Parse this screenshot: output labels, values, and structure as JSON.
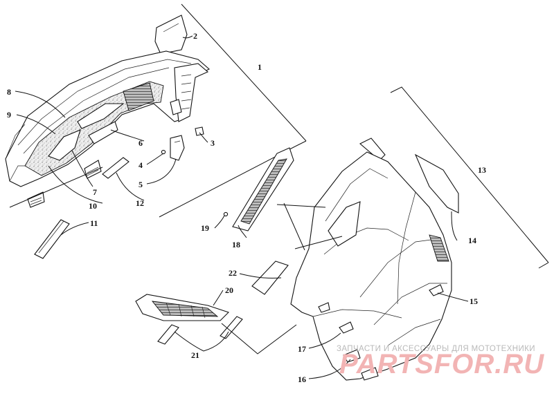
{
  "callouts": [
    {
      "id": "c1",
      "label": "1"
    },
    {
      "id": "c2",
      "label": "2"
    },
    {
      "id": "c3",
      "label": "3"
    },
    {
      "id": "c4",
      "label": "4"
    },
    {
      "id": "c5",
      "label": "5"
    },
    {
      "id": "c6",
      "label": "6"
    },
    {
      "id": "c7",
      "label": "7"
    },
    {
      "id": "c8",
      "label": "8"
    },
    {
      "id": "c9",
      "label": "9"
    },
    {
      "id": "c10",
      "label": "10"
    },
    {
      "id": "c11",
      "label": "11"
    },
    {
      "id": "c12",
      "label": "12"
    },
    {
      "id": "c13",
      "label": "13"
    },
    {
      "id": "c14",
      "label": "14"
    },
    {
      "id": "c15",
      "label": "15"
    },
    {
      "id": "c16",
      "label": "16"
    },
    {
      "id": "c17",
      "label": "17"
    },
    {
      "id": "c18",
      "label": "18"
    },
    {
      "id": "c19",
      "label": "19"
    },
    {
      "id": "c20",
      "label": "20"
    },
    {
      "id": "c21",
      "label": "21"
    },
    {
      "id": "c22",
      "label": "22"
    }
  ],
  "watermark": {
    "tagline": "ЗАПЧАСТИ И АКСЕССУАРЫ ДЛЯ МОТОТЕХНИКИ",
    "logo": "PARTSFOR.RU"
  }
}
